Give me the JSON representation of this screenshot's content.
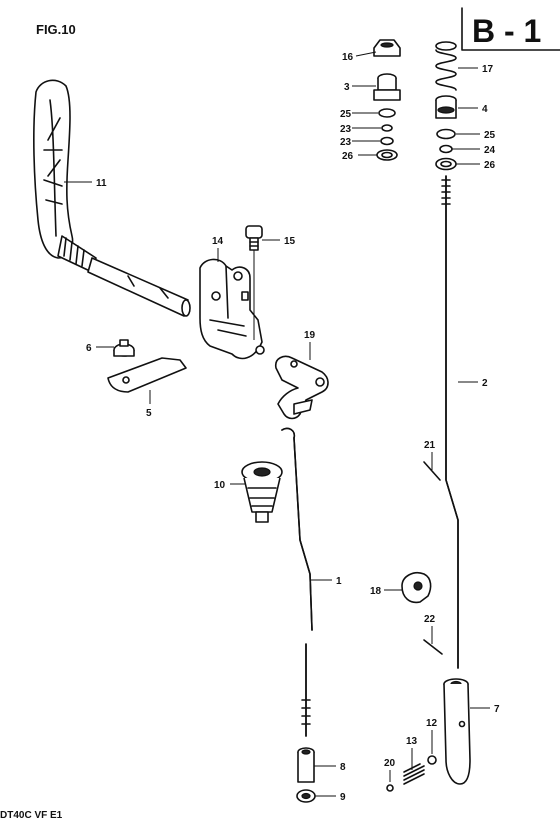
{
  "figure_title": "FIG.10",
  "section_code": "B - 1",
  "model_code": "DT40C VF E1",
  "callouts": [
    {
      "id": "c16",
      "text": "16"
    },
    {
      "id": "c3",
      "text": "3"
    },
    {
      "id": "c25a",
      "text": "25"
    },
    {
      "id": "c23a",
      "text": "23"
    },
    {
      "id": "c23b",
      "text": "23"
    },
    {
      "id": "c26a",
      "text": "26"
    },
    {
      "id": "c17",
      "text": "17"
    },
    {
      "id": "c4",
      "text": "4"
    },
    {
      "id": "c25b",
      "text": "25"
    },
    {
      "id": "c24",
      "text": "24"
    },
    {
      "id": "c26b",
      "text": "26"
    },
    {
      "id": "c11",
      "text": "11"
    },
    {
      "id": "c14",
      "text": "14"
    },
    {
      "id": "c15",
      "text": "15"
    },
    {
      "id": "c6",
      "text": "6"
    },
    {
      "id": "c5",
      "text": "5"
    },
    {
      "id": "c19",
      "text": "19"
    },
    {
      "id": "c2",
      "text": "2"
    },
    {
      "id": "c21",
      "text": "21"
    },
    {
      "id": "c10",
      "text": "10"
    },
    {
      "id": "c1",
      "text": "1"
    },
    {
      "id": "c18",
      "text": "18"
    },
    {
      "id": "c22",
      "text": "22"
    },
    {
      "id": "c7",
      "text": "7"
    },
    {
      "id": "c12",
      "text": "12"
    },
    {
      "id": "c13",
      "text": "13"
    },
    {
      "id": "c20",
      "text": "20"
    },
    {
      "id": "c8",
      "text": "8"
    },
    {
      "id": "c9",
      "text": "9"
    }
  ]
}
